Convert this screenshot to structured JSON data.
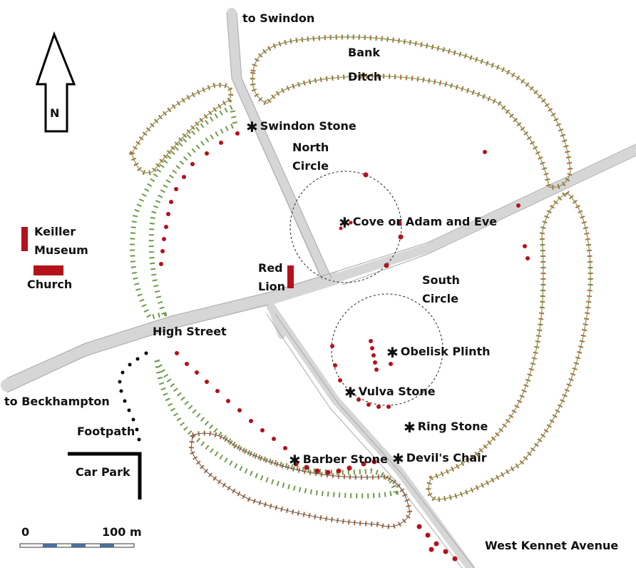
{
  "labels": {
    "to_swindon": "to Swindon",
    "bank": "Bank",
    "ditch": "Ditch",
    "north_arrow": "N",
    "north_circle_line1": "North",
    "north_circle_line2": "Circle",
    "keiller_line1": "Keiller",
    "keiller_line2": "Museum",
    "church": "Church",
    "red_lion_line1": "Red",
    "red_lion_line2": "Lion",
    "south_circle_line1": "South",
    "south_circle_line2": "Circle",
    "high_street": "High Street",
    "to_beckhampton": "to Beckhampton",
    "footpath": "Footpath",
    "car_park": "Car Park",
    "west_kennet_avenue": "West Kennet Avenue",
    "scale_zero": "0",
    "scale_max": "100 m"
  },
  "stones": {
    "swindon_stone": "Swindon Stone",
    "cove": "Cove or Adam and Eve",
    "obelisk_plinth": "Obelisk Plinth",
    "vulva_stone": "Vulva Stone",
    "ring_stone": "Ring Stone",
    "devils_chair": "Devil's Chair",
    "barber_stone": "Barber Stone"
  },
  "star_glyph": "✱",
  "colors": {
    "stone": "#b3121b",
    "road": "#d9d9d9",
    "bank_outline": "#555555",
    "bank_tick": "#b86a3a",
    "ditch_tick": "#6f9a4a",
    "scale_blue": "#4a6f9a"
  }
}
